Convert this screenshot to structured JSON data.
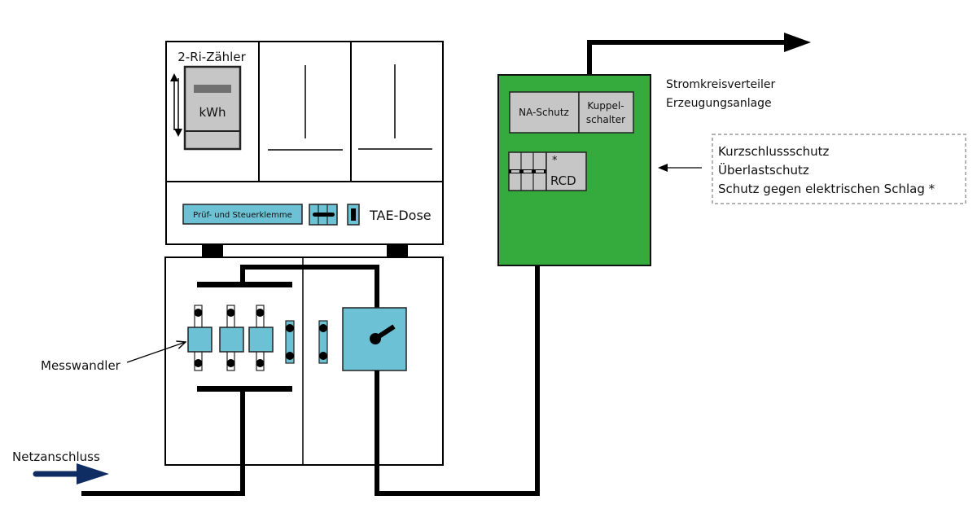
{
  "colors": {
    "component_fill": "#6cc1d4",
    "meter_fill": "#c6c6c6",
    "distributor_fill": "#35ab3d",
    "feed_arrow": "#0f2d63",
    "line": "#000000",
    "box_border": "#9a9a9a"
  },
  "meter_cabinet": {
    "meter_label": "2-Ri-Zähler",
    "meter_unit": "kWh",
    "test_terminal_label": "Prüf- und Steuerklemme",
    "tae_label": "TAE-Dose"
  },
  "labels": {
    "transformer": "Messwandler",
    "grid_connection": "Netzanschluss"
  },
  "distributor": {
    "title_line1": "Stromkreisverteiler",
    "title_line2": "Erzeugungsanlage",
    "na_protection": "NA-Schutz",
    "coupling_switch_line1": "Kuppel-",
    "coupling_switch_line2": "schalter",
    "rcd_asterisk": "*",
    "rcd_label": "RCD"
  },
  "protection_box": {
    "items": [
      "Kurzschlussschutz",
      "Überlastschutz",
      "Schutz gegen elektrischen Schlag *"
    ]
  }
}
